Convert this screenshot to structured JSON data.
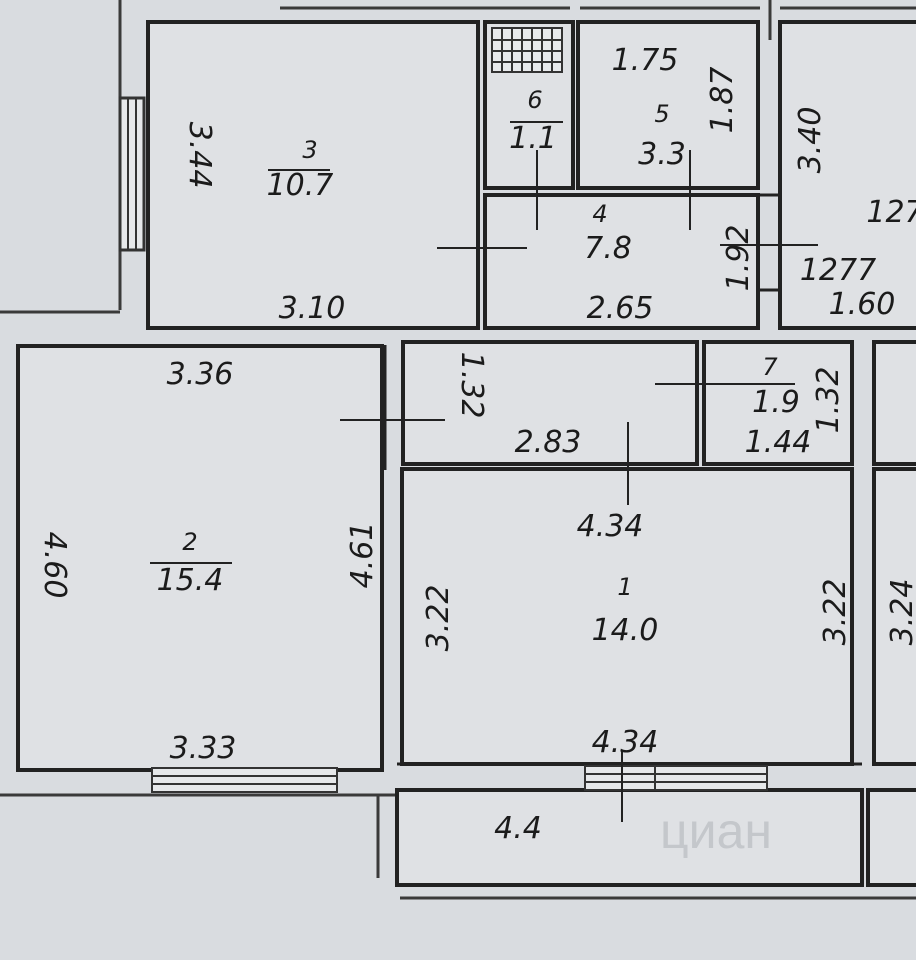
{
  "rooms": [
    {
      "num": "1",
      "area": "14.0"
    },
    {
      "num": "2",
      "area": "15.4"
    },
    {
      "num": "3",
      "area": "10.7"
    },
    {
      "num": "4",
      "area": "7.8"
    },
    {
      "num": "5",
      "area": "3.3"
    },
    {
      "num": "6",
      "area": "1.1"
    },
    {
      "num": "7",
      "area": "1.9"
    }
  ],
  "dimensions": {
    "r3_height": "3.44",
    "r3_width": "3.10",
    "r5_top": "1.75",
    "r5_side": "1.87",
    "right_340": "3.40",
    "right_127a": "127",
    "right_127b": "1277",
    "r4_side": "1.92",
    "r4_width": "2.65",
    "right_160": "1.60",
    "r2_top": "3.36",
    "corr_side": "1.32",
    "corr_width": "2.83",
    "r7_side": "1.32",
    "r7_width": "1.44",
    "r2_left": "4.60",
    "r2_right": "4.61",
    "r1_top": "4.34",
    "r1_left": "3.22",
    "r1_right": "3.22",
    "far_right": "3.24",
    "r2_bottom": "3.33",
    "r1_bottom": "4.34",
    "balcony": "4.4"
  },
  "watermark": "циан"
}
